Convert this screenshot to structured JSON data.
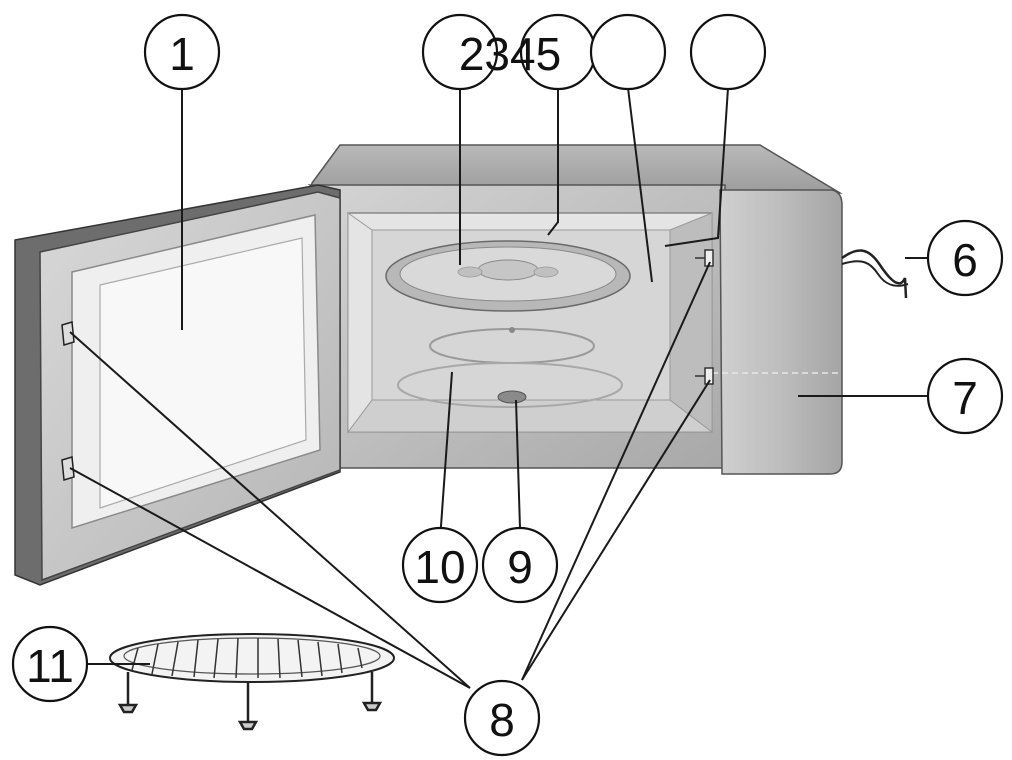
{
  "callouts": {
    "c1": "1",
    "c2345": "2345",
    "c6": "6",
    "c7": "7",
    "c8": "8",
    "c9": "9",
    "c10": "10",
    "c11": "11"
  }
}
